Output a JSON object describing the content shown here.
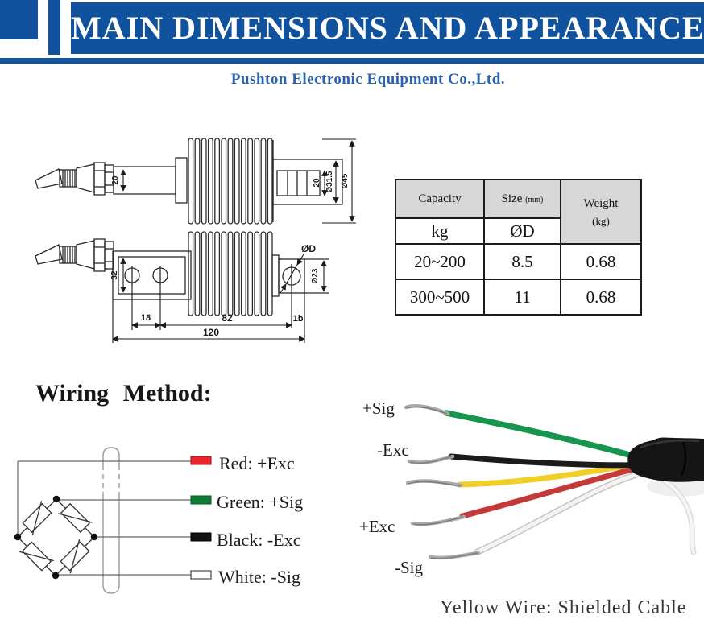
{
  "header": {
    "title": "MAIN DIMENSIONS AND APPEARANCE",
    "company": "Pushton Electronic Equipment Co.,Ltd.",
    "banner_color": "#10529e"
  },
  "spec_table": {
    "header_bg": "#d7d7d7",
    "col1_header": "Capacity",
    "col2_header": "Size",
    "col2_unit": "(mm)",
    "col3_header": "Weight",
    "col3_unit": "(kg)",
    "unit_row": {
      "capacity": "kg",
      "size": "ØD"
    },
    "rows": [
      {
        "capacity": "20~200",
        "size": "8.5",
        "weight": "0.68"
      },
      {
        "capacity": "300~500",
        "size": "11",
        "weight": "0.68"
      }
    ]
  },
  "drawing_top": {
    "dims": {
      "body_height": "20",
      "hub_width": "20",
      "hub_od": "Ø31.5",
      "bellows_od": "Ø45"
    }
  },
  "drawing_side": {
    "dims": {
      "body_height": "32",
      "hole_spacing": "18",
      "bellows_length": "82",
      "end_offset": "1b",
      "total_length": "120",
      "hole_diameter": "ØD",
      "end_height": "Ø23"
    }
  },
  "wiring": {
    "heading": "Wiring  Method:",
    "legend": [
      {
        "label": "Red: +Exc",
        "color": "#e8252c"
      },
      {
        "label": "Green: +Sig",
        "color": "#0f7c35"
      },
      {
        "label": "Black: -Exc",
        "color": "#141414"
      },
      {
        "label": "White: -Sig",
        "color": "#ffffff"
      }
    ]
  },
  "photo": {
    "labels": {
      "plus_sig": "+Sig",
      "minus_exc": "-Exc",
      "plus_exc": "+Exc",
      "minus_sig": "-Sig"
    },
    "caption": "Yellow Wire: Shielded Cable",
    "wire_colors": {
      "green": "#17944e",
      "black": "#1b1b1b",
      "yellow": "#f1cf2a",
      "red": "#c43a38",
      "white": "#f5f3f1"
    }
  }
}
